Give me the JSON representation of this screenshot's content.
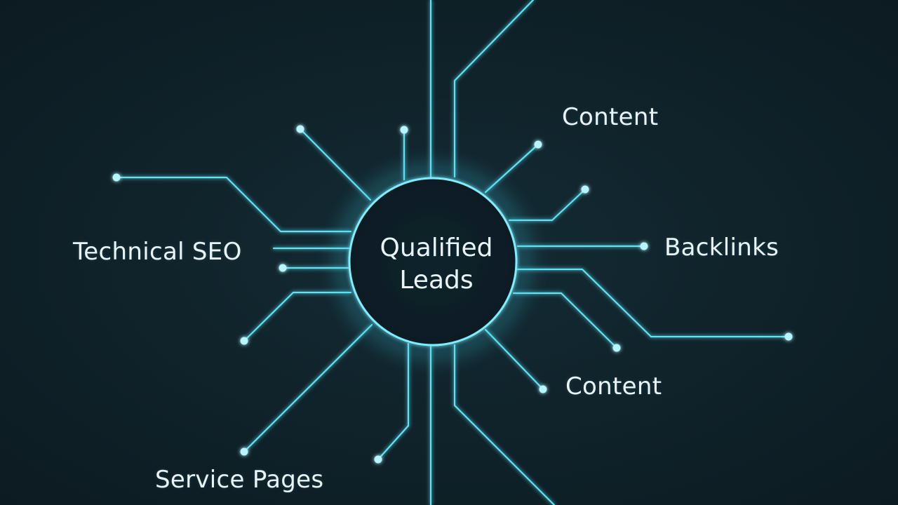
{
  "hub": {
    "line1": "Qualified",
    "line2": "Leads"
  },
  "labels": {
    "content_top": "Content",
    "backlinks": "Backlinks",
    "technical_seo": "Technical SEO",
    "content_bottom": "Content",
    "service_pages": "Service Pages"
  },
  "colors": {
    "background": "#0f1f26",
    "wire": "#5fe3f5",
    "node": "#b8f6ff",
    "text": "#e8f4f6"
  }
}
